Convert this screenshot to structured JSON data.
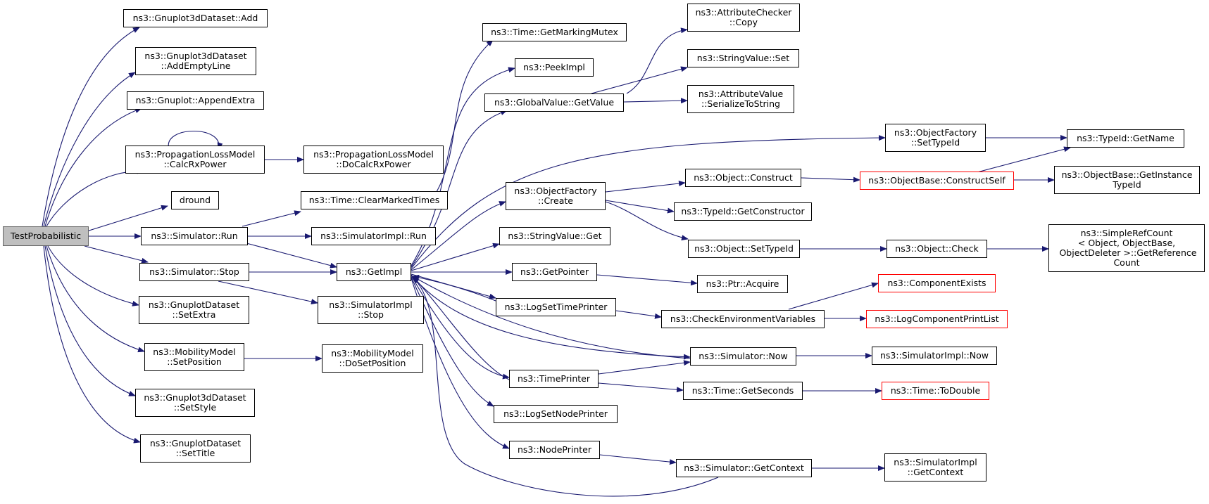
{
  "colors": {
    "edge": "#191970",
    "border": "#000000",
    "incomplete_border": "#ff0000",
    "root_fill": "#bfbfbf"
  },
  "nodes": {
    "root": "TestProbabilistic",
    "gnuplot3d_add": "ns3::Gnuplot3dDataset::Add",
    "gnuplot3d_addemptyline": "ns3::Gnuplot3dDataset\n::AddEmptyLine",
    "gnuplot_appendextra": "ns3::Gnuplot::AppendExtra",
    "propagation_calcrxpower": "ns3::PropagationLossModel\n::CalcRxPower",
    "propagation_docalcrxpower": "ns3::PropagationLossModel\n::DoCalcRxPower",
    "dround": "dround",
    "simulator_run": "ns3::Simulator::Run",
    "simulator_stop": "ns3::Simulator::Stop",
    "gnuplotdataset_setextra": "ns3::GnuplotDataset\n::SetExtra",
    "mobility_setposition": "ns3::MobilityModel\n::SetPosition",
    "gnuplot3d_setstyle": "ns3::Gnuplot3dDataset\n::SetStyle",
    "gnuplotdataset_settitle": "ns3::GnuplotDataset\n::SetTitle",
    "time_clearmarkedtimes": "ns3::Time::ClearMarkedTimes",
    "simulatorimpl_run": "ns3::SimulatorImpl::Run",
    "getimpl": "ns3::GetImpl",
    "simulatorimpl_stop": "ns3::SimulatorImpl\n::Stop",
    "mobility_dosetposition": "ns3::MobilityModel\n::DoSetPosition",
    "time_getmarkingmutex": "ns3::Time::GetMarkingMutex",
    "peekimpl": "ns3::PeekImpl",
    "globalvalue_getvalue": "ns3::GlobalValue::GetValue",
    "objectfactory_create": "ns3::ObjectFactory\n::Create",
    "stringvalue_get": "ns3::StringValue::Get",
    "getpointer": "ns3::GetPointer",
    "logsettimeprinter": "ns3::LogSetTimePrinter",
    "timeprinter": "ns3::TimePrinter",
    "logsetnodeprinter": "ns3::LogSetNodePrinter",
    "nodeprinter": "ns3::NodePrinter",
    "attributechecker_copy": "ns3::AttributeChecker\n::Copy",
    "stringvalue_set": "ns3::StringValue::Set",
    "attributevalue_serializetostring": "ns3::AttributeValue\n::SerializeToString",
    "objectfactory_settypeid": "ns3::ObjectFactory\n::SetTypeId",
    "object_construct": "ns3::Object::Construct",
    "typeid_getconstructor": "ns3::TypeId::GetConstructor",
    "object_settypeid": "ns3::Object::SetTypeId",
    "ptr_acquire": "ns3::Ptr::Acquire",
    "checkenvironmentvariables": "ns3::CheckEnvironmentVariables",
    "simulator_now": "ns3::Simulator::Now",
    "time_getseconds": "ns3::Time::GetSeconds",
    "simulator_getcontext": "ns3::Simulator::GetContext",
    "typeid_getname": "ns3::TypeId::GetName",
    "objectbase_constructself": "ns3::ObjectBase::ConstructSelf",
    "object_check": "ns3::Object::Check",
    "componentexists": "ns3::ComponentExists",
    "logcomponentprintlist": "ns3::LogComponentPrintList",
    "simulatorimpl_now": "ns3::SimulatorImpl::Now",
    "time_todouble": "ns3::Time::ToDouble",
    "simulatorimpl_getcontext": "ns3::SimulatorImpl\n::GetContext",
    "objectbase_getinstancetypeid": "ns3::ObjectBase::GetInstance\nTypeId",
    "simplerefcount_getreferencecount": "ns3::SimpleRefCount\n< Object, ObjectBase,\n ObjectDeleter >::GetReference\nCount"
  }
}
